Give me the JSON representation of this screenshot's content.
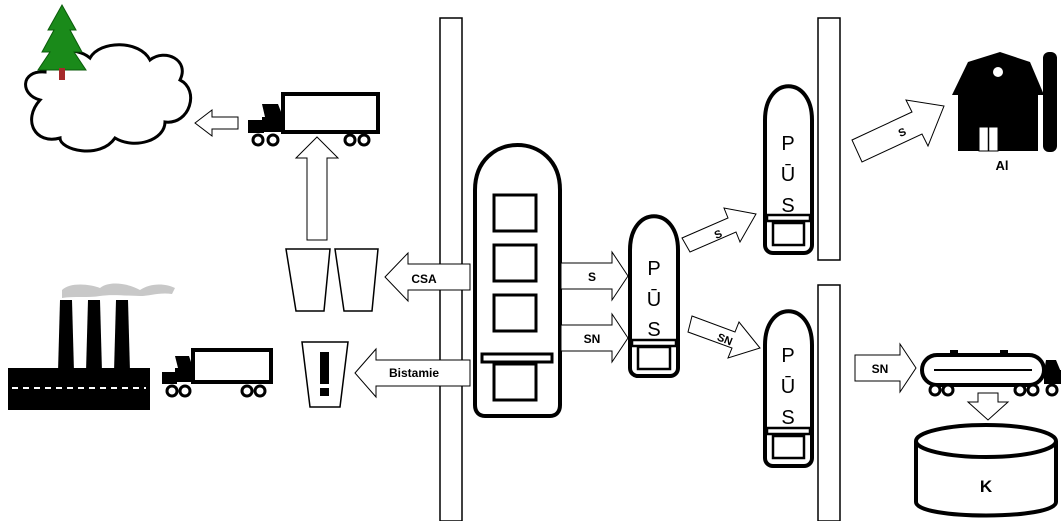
{
  "labels": {
    "csa": "CSA",
    "bistamie": "Bistamie",
    "s": "S",
    "sn": "SN",
    "al": "Al",
    "k": "K",
    "pus_p": "P",
    "pus_u": "Ū",
    "pus_s": "S"
  }
}
